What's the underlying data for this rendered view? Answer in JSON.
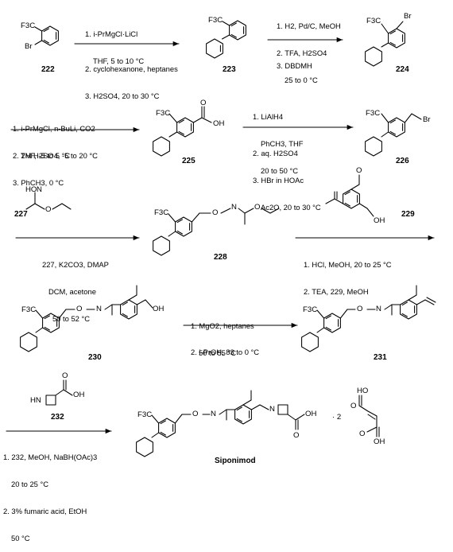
{
  "scheme": {
    "steps": [
      {
        "id": "step1",
        "lines": [
          "1. i-PrMgCl·LiCl",
          "THF, 5 to 10 °C",
          "2. cyclohexanone, heptanes",
          "3. H2SO4, 20 to 30 °C"
        ]
      },
      {
        "id": "step2",
        "lines": [
          "1. H2, Pd/C, MeOH",
          "2. TFA, H2SO4",
          "25 to 0 °C",
          "3. DBDMH"
        ]
      },
      {
        "id": "step3",
        "lines": [
          "1. i-PrMgCl, n-BuLi, CO2",
          "THF, -5 to 5 °C",
          "2. 2M H2SO4, -5 to 20 °C",
          "3. PhCH3, 0 °C"
        ]
      },
      {
        "id": "step4",
        "lines": [
          "1. LiAlH4",
          "PhCH3, THF",
          "20 to 50 °C",
          "2. aq. H2SO4",
          "3. HBr in HOAc",
          "Ac2O, 20 to 30 °C"
        ]
      },
      {
        "id": "step5",
        "lines": [
          "227, K2CO3, DMAP",
          "DCM, acetone",
          "50 to 52 °C"
        ]
      },
      {
        "id": "step6",
        "lines": [
          "1. HCl, MeOH, 20 to 25 °C",
          "2. TEA, 229, MeOH"
        ]
      },
      {
        "id": "step7",
        "lines": [
          "1. MgO2, heptanes",
          "50 to 55 °C",
          "2. i-PrOH, 83 to 0 °C"
        ]
      },
      {
        "id": "step8",
        "lines": [
          "1. 232, MeOH, NaBH(OAc)3",
          "20 to 25 °C",
          "2. 3% fumaric acid, EtOH",
          "50 °C"
        ]
      }
    ],
    "compounds": {
      "c222": "222",
      "c223": "223",
      "c224": "224",
      "c225": "225",
      "c226": "226",
      "c227": "227",
      "c228": "228",
      "c229": "229",
      "c230": "230",
      "c231": "231",
      "c232": "232",
      "final": "Siponimod"
    },
    "atoms": {
      "cf3": "F3C",
      "br": "Br",
      "oh": "OH",
      "o": "O",
      "n": "N",
      "ho": "HO",
      "hon": "HO",
      "nh": "HN",
      "salt": "· 2"
    }
  }
}
